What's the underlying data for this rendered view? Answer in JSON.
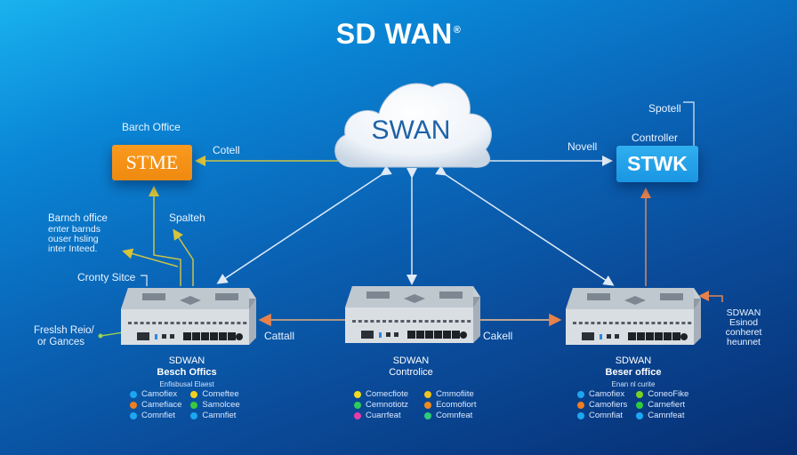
{
  "title": {
    "text": "SD WAN",
    "mark": "®"
  },
  "cloud": {
    "label": "SWAN"
  },
  "nodes": {
    "branch_box": {
      "label": "STME",
      "caption": "Barch Office",
      "color": "#f29112"
    },
    "controller_box": {
      "label": "STWK",
      "caption": "Controller",
      "top_label": "Spotell",
      "color": "#1f9ee6"
    }
  },
  "link_labels": {
    "cloud_to_branch": "Cotell",
    "cloud_to_controller": "Novell",
    "left_to_center": "Cattall",
    "center_to_right": "Cakell",
    "spaleh": "Spalteh",
    "county_site": "Cronty Sitce",
    "fresh_region": [
      "Freslsh Reio/",
      "or Gances"
    ],
    "branch_note": [
      "Barnch office",
      "enter barnds",
      "ouser hsling",
      "inter Inteed."
    ],
    "right_note": [
      "SDWAN",
      "Esinod",
      "conheret",
      "heunnet"
    ]
  },
  "devices": [
    {
      "title": "SDWAN",
      "subtitle": "Besch Offics",
      "tag": "Enfisbusal Elaest",
      "legend": [
        {
          "label": "Camofiex",
          "color": "#1da6f2"
        },
        {
          "label": "Comeftee",
          "color": "#f0d21e"
        },
        {
          "label": "Camefiace",
          "color": "#f07d1e"
        },
        {
          "label": "Samolcee",
          "color": "#3cc83c"
        },
        {
          "label": "Comnfiet",
          "color": "#1da6f2"
        },
        {
          "label": "Camnfiet",
          "color": "#1da6f2"
        }
      ]
    },
    {
      "title": "SDWAN",
      "subtitle": "Controlice",
      "tag": "",
      "legend": [
        {
          "label": "Comecfiote",
          "color": "#f2dc1e"
        },
        {
          "label": "Cmmofiite",
          "color": "#f2c41e"
        },
        {
          "label": "Cemnotiotz",
          "color": "#2ecc5a"
        },
        {
          "label": "Ecomofiort",
          "color": "#f08a1e"
        },
        {
          "label": "Cuarrfeat",
          "color": "#e83ca8"
        },
        {
          "label": "Comnfeat",
          "color": "#2ecc7a"
        }
      ]
    },
    {
      "title": "SDWAN",
      "subtitle": "Beser office",
      "tag": "Enan nl curite",
      "legend": [
        {
          "label": "Camofiex",
          "color": "#1da6f2"
        },
        {
          "label": "ConeoFike",
          "color": "#7ad21e"
        },
        {
          "label": "Camofiers",
          "color": "#f07d1e"
        },
        {
          "label": "Carnefiert",
          "color": "#2ecc3c"
        },
        {
          "label": "Comnfiat",
          "color": "#1da6f2"
        },
        {
          "label": "Camnfeat",
          "color": "#1da6f2"
        }
      ]
    }
  ]
}
